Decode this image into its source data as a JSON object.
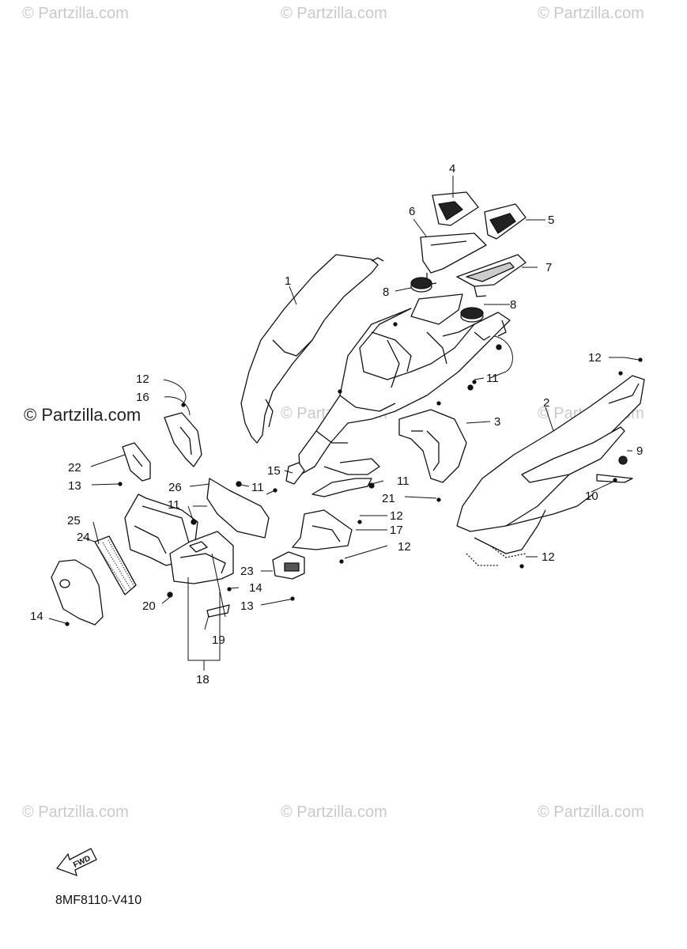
{
  "watermarks": {
    "top_left": "© Partzilla.com",
    "top_center": "© Partzilla.com",
    "top_right": "© Partzilla.com",
    "mid_left": "© Partzilla.com",
    "mid_center": "© Partzilla.com",
    "mid_right": "© Partzilla.com",
    "bottom_left": "© Partzilla.com",
    "bottom_center": "© Partzilla.com",
    "bottom_right": "© Partzilla.com"
  },
  "fwd_label": "FWD",
  "diagram_code": "8MF8110-V410",
  "callouts": {
    "c1": "1",
    "c2": "2",
    "c3": "3",
    "c4": "4",
    "c5": "5",
    "c6": "6",
    "c7": "7",
    "c8a": "8",
    "c8b": "8",
    "c9": "9",
    "c10": "10",
    "c11a": "11",
    "c11b": "11",
    "c11c": "11",
    "c11d": "11",
    "c12a": "12",
    "c12b": "12",
    "c12c": "12",
    "c12d": "12",
    "c12e": "12",
    "c13a": "13",
    "c13b": "13",
    "c14a": "14",
    "c14b": "14",
    "c15": "15",
    "c16": "16",
    "c17": "17",
    "c18": "18",
    "c19": "19",
    "c20": "20",
    "c21": "21",
    "c22": "22",
    "c23": "23",
    "c24": "24",
    "c25": "25",
    "c26": "26"
  },
  "colors": {
    "line": "#111111",
    "watermark": "#c9c9c9"
  }
}
